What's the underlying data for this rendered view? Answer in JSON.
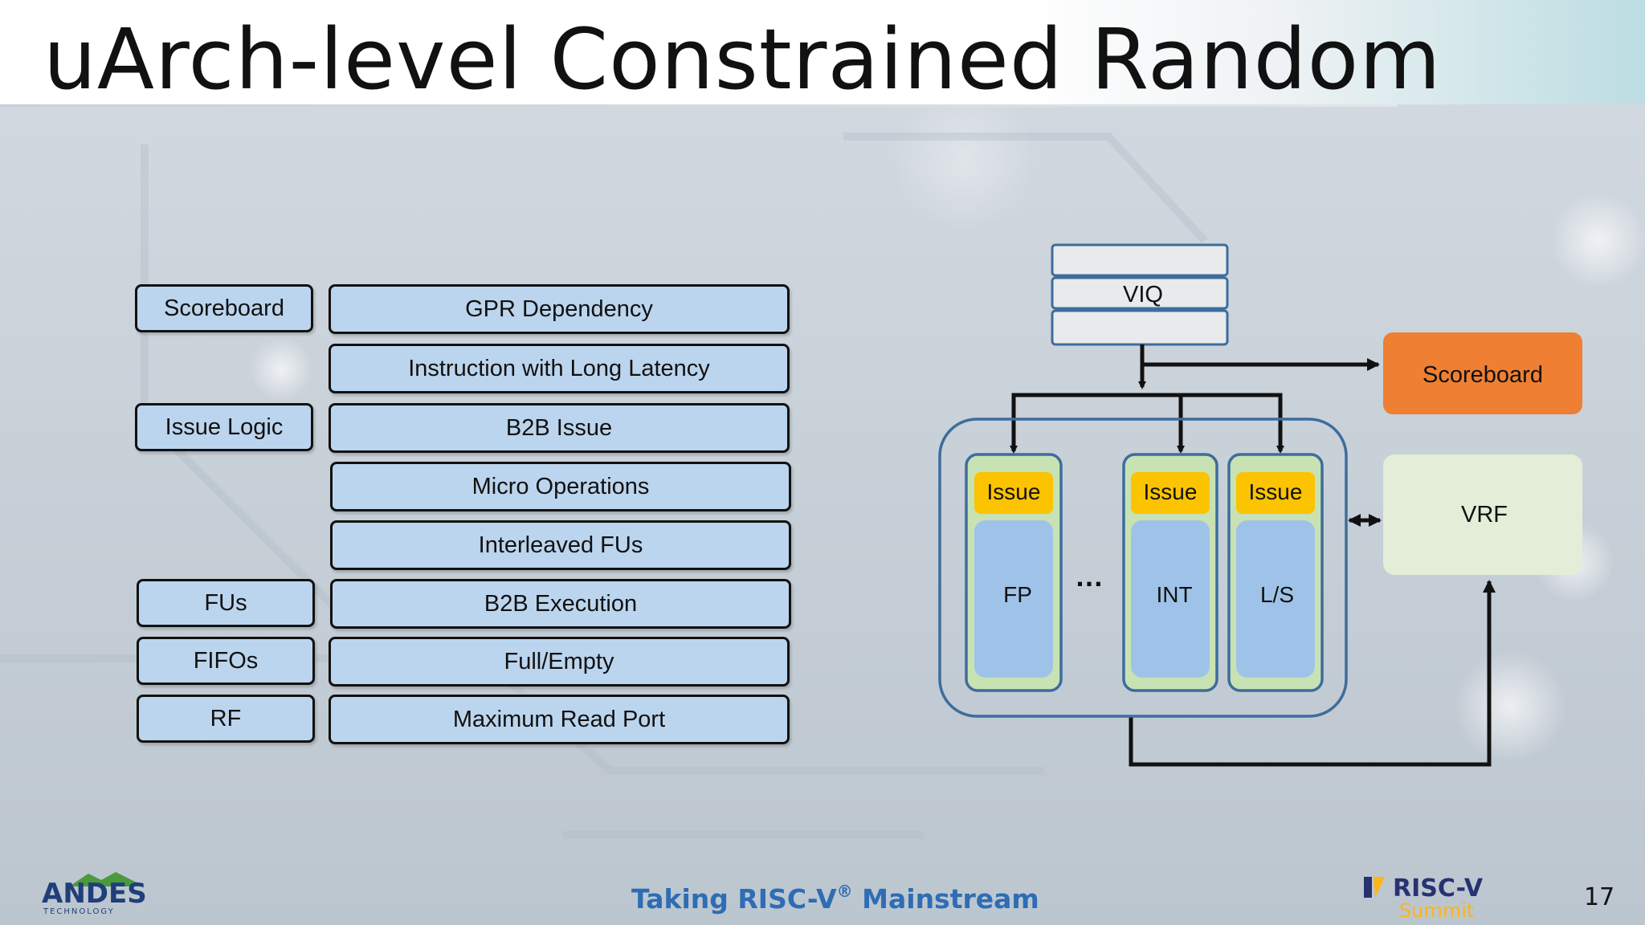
{
  "title": "uArch-level Constrained Random",
  "left_table": {
    "categories": [
      {
        "label": "Scoreboard"
      },
      {
        "label": "Issue Logic"
      },
      {
        "label": "FUs"
      },
      {
        "label": "FIFOs"
      },
      {
        "label": "RF"
      }
    ],
    "items": [
      {
        "label": "GPR Dependency"
      },
      {
        "label": "Instruction with Long Latency"
      },
      {
        "label": "B2B Issue"
      },
      {
        "label": "Micro Operations"
      },
      {
        "label": "Interleaved FUs"
      },
      {
        "label": "B2B Execution"
      },
      {
        "label": "Full/Empty"
      },
      {
        "label": "Maximum Read Port"
      }
    ]
  },
  "diagram": {
    "viq": "VIQ",
    "scoreboard": "Scoreboard",
    "vrf": "VRF",
    "ellipsis": "…",
    "units": [
      {
        "issue": "Issue",
        "name": "FP"
      },
      {
        "issue": "Issue",
        "name": "INT"
      },
      {
        "issue": "Issue",
        "name": "L/S"
      }
    ],
    "colors": {
      "scoreboard": "#ee7f33",
      "vrf": "#e3edd8",
      "issue": "#fbc300",
      "fu": "#9fc3e8",
      "unit_bg": "#c9e2b4",
      "group_border": "#3d6d9c"
    }
  },
  "footer": {
    "company": "ANDES",
    "company_sub": "TECHNOLOGY",
    "tagline_main": "Taking RISC-V",
    "tagline_reg": "®",
    "tagline_end": " Mainstream",
    "summit_line1": "RISC-V",
    "summit_line2": "Summit",
    "page_number": "17"
  }
}
